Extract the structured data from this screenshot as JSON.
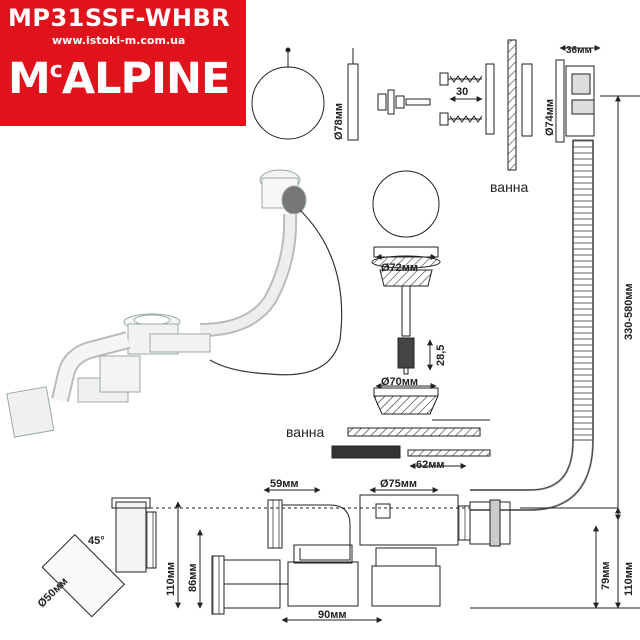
{
  "brand": {
    "model": "MP31SSF-WHBR",
    "website": "www.istoki-m.com.ua",
    "logo": "McALPINE"
  },
  "dimensions": {
    "d78": "Ø78мм",
    "d74": "Ø74мм",
    "d72": "Ø72мм",
    "d70": "Ø70мм",
    "d75": "Ø75мм",
    "d50": "Ø50мм",
    "w36": "36мм",
    "w30": "30",
    "h28": "28,5",
    "w59": "59мм",
    "w62": "62мм",
    "w90": "90мм",
    "h110a": "110мм",
    "h86": "86мм",
    "h79": "79мм",
    "h110b": "110мм",
    "hose": "330-580мм",
    "angle": "45°"
  },
  "labels": {
    "bath_top": "ванна",
    "bath_mid": "ванна"
  }
}
